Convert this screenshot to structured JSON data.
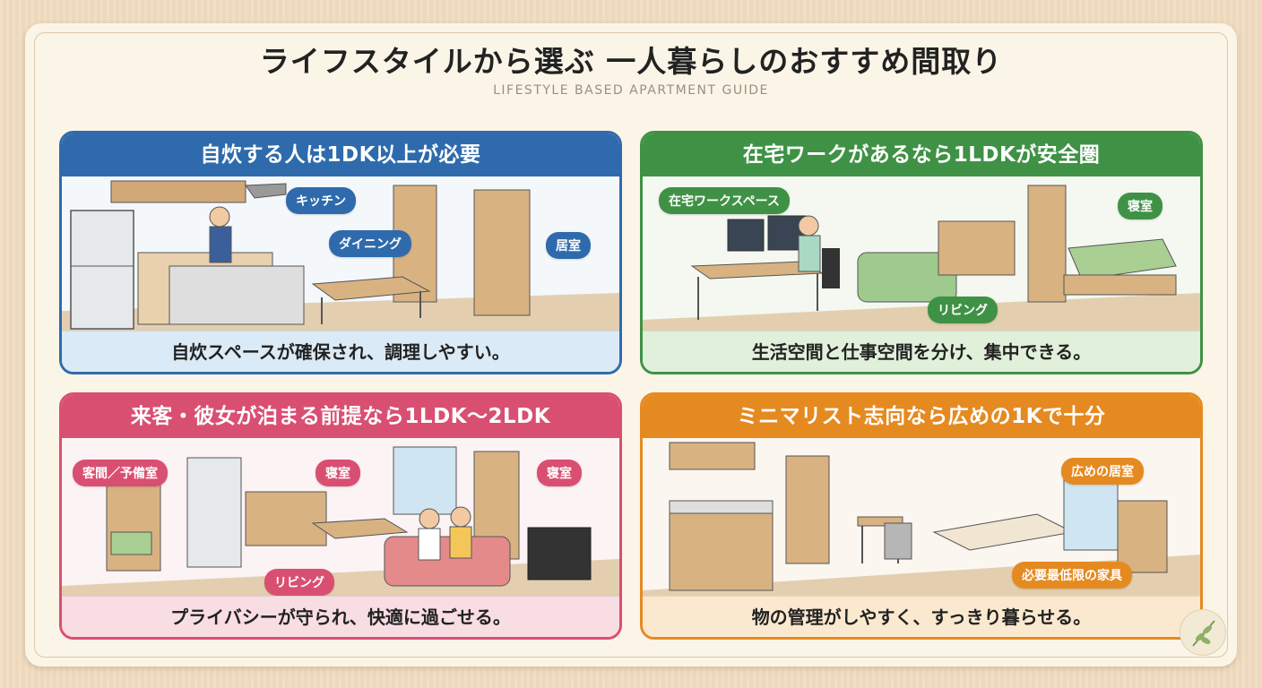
{
  "header": {
    "title": "ライフスタイルから選ぶ 一人暮らしのおすすめ間取り",
    "subtitle": "LIFESTYLE BASED APARTMENT GUIDE"
  },
  "cards": [
    {
      "title": "自炊する人は1DK以上が必要",
      "caption": "自炊スペースが確保され、調理しやすい。",
      "tags": [
        "キッチン",
        "ダイニング",
        "居室"
      ],
      "color": "#2f6bac"
    },
    {
      "title": "在宅ワークがあるなら1LDKが安全圏",
      "caption": "生活空間と仕事空間を分け、集中できる。",
      "tags": [
        "在宅ワークスペース",
        "寝室",
        "リビング"
      ],
      "color": "#3f9245"
    },
    {
      "title": "来客・彼女が泊まる前提なら1LDK〜2LDK",
      "caption": "プライバシーが守られ、快適に過ごせる。",
      "tags": [
        "客間／予備室",
        "寝室",
        "寝室",
        "リビング"
      ],
      "color": "#d94f72"
    },
    {
      "title": "ミニマリスト志向なら広めの1Kで十分",
      "caption": "物の管理がしやすく、すっきり暮らせる。",
      "tags": [
        "広めの居室",
        "必要最低限の家具"
      ],
      "color": "#e58a20"
    }
  ],
  "icons": [
    "leaf-icon"
  ]
}
